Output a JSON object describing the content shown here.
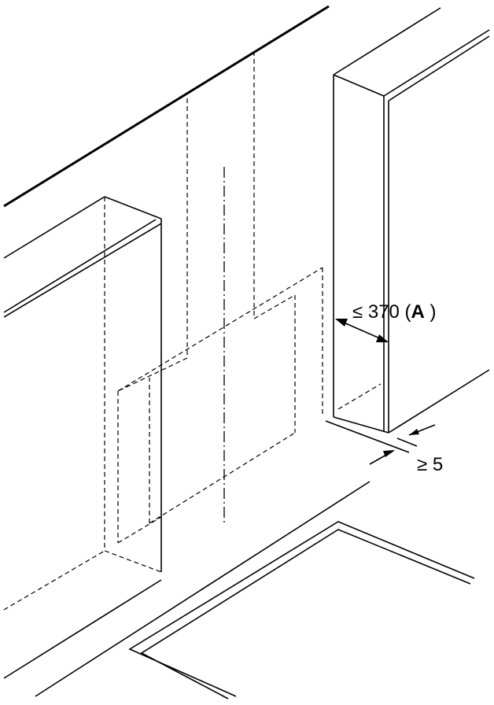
{
  "dimensions": {
    "max_width_prefix": "≤ 370 (",
    "max_width_ref": "A",
    "max_width_suffix": " )",
    "min_gap": "≥ 5"
  }
}
